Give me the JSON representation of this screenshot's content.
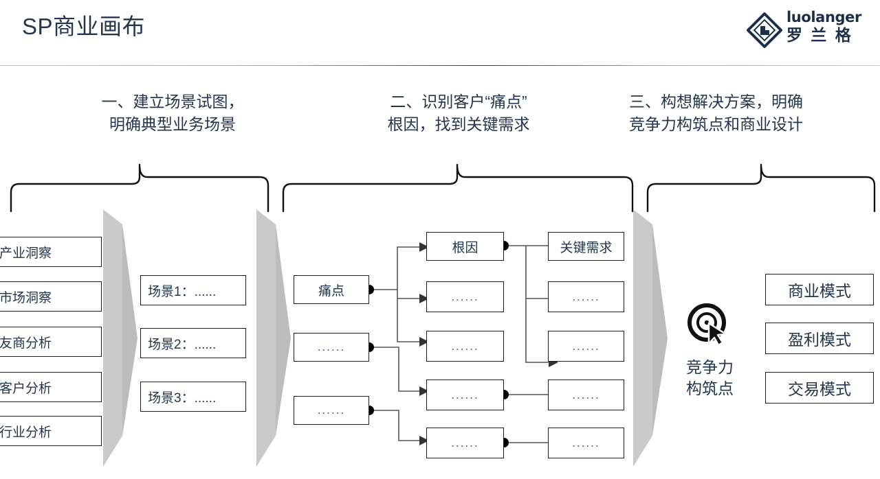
{
  "header": {
    "title": "SP商业画布",
    "logo": {
      "name": "luolanger-logo",
      "en": "luolanger",
      "cn": "罗 兰 格"
    },
    "rule_color": "#2b3a4e"
  },
  "sections": [
    {
      "id": "one",
      "heading": "一、建立场景试图，\n明确典型业务场景"
    },
    {
      "id": "two",
      "heading": "二、识别客户“痛点”\n根因，找到关键需求"
    },
    {
      "id": "three",
      "heading": "三、构想解决方案，明确\n竞争力构筑点和商业设计"
    }
  ],
  "section_one": {
    "insight_boxes": [
      {
        "label": "产业洞察"
      },
      {
        "label": "市场洞察"
      },
      {
        "label": "友商分析"
      },
      {
        "label": "客户分析"
      },
      {
        "label": "行业分析"
      }
    ],
    "scenario_boxes": [
      {
        "label": "场景1：......"
      },
      {
        "label": "场景2：......"
      },
      {
        "label": "场景3：......"
      }
    ]
  },
  "section_two": {
    "pain_points": [
      {
        "label": "痛点"
      },
      {
        "label": "......"
      },
      {
        "label": "......"
      }
    ],
    "root_causes": [
      {
        "label": "根因"
      },
      {
        "label": "......"
      },
      {
        "label": "......"
      },
      {
        "label": "......"
      },
      {
        "label": "......"
      }
    ],
    "key_needs": [
      {
        "label": "关键需求"
      },
      {
        "label": "......"
      },
      {
        "label": "......"
      },
      {
        "label": "......"
      },
      {
        "label": "......"
      }
    ]
  },
  "section_three": {
    "competitiveness_label": "竞争力\n构筑点",
    "target_icon": "target-cursor-icon",
    "model_boxes": [
      {
        "label": "商业模式"
      },
      {
        "label": "盈利模式"
      },
      {
        "label": "交易模式"
      }
    ]
  },
  "colors": {
    "text_navy": "#22364f",
    "line_black": "#1a1a1a",
    "chevron_gray": "#c4c4c4",
    "background": "#ffffff"
  }
}
